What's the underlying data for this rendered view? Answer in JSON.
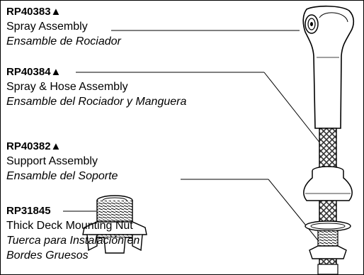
{
  "parts": [
    {
      "part_number": "RP40383▲",
      "name_en": "Spray Assembly",
      "name_es": "Ensamble de Rociador"
    },
    {
      "part_number": "RP40384▲",
      "name_en": "Spray & Hose Assembly",
      "name_es": "Ensamble del Rociador y Manguera"
    },
    {
      "part_number": "RP40382▲",
      "name_en": "Support Assembly",
      "name_es": "Ensamble del Soporte"
    },
    {
      "part_number": "RP31845",
      "name_en": "Thick Deck Mounting Nut",
      "name_es": "Tuerca para Instalación en",
      "name_es_2": "Bordes Gruesos"
    }
  ],
  "colors": {
    "line": "#000000",
    "hose_braid": "#333333",
    "part_fill": "#ffffff",
    "background": "#ffffff"
  }
}
